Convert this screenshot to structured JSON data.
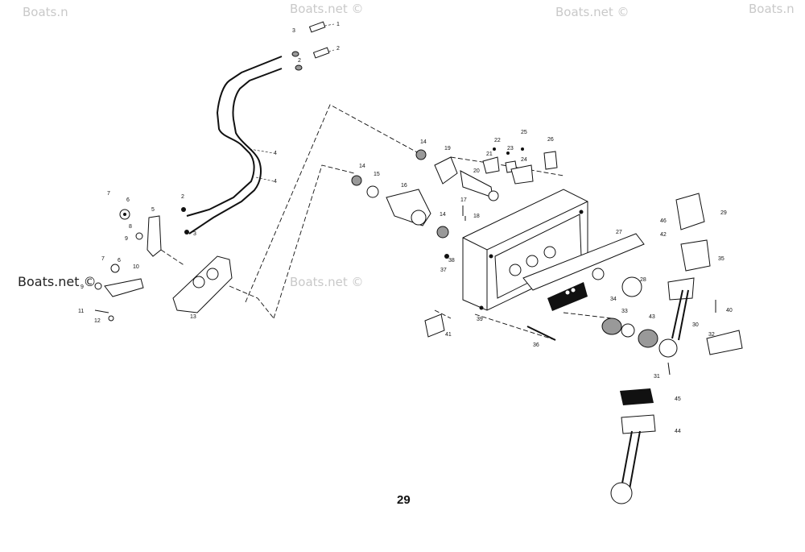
{
  "watermark": {
    "text": "Boats.net ©",
    "text_dark": "Boats.net ©",
    "top_partial_1": "Boats.n",
    "top_partial_2": "Boats.net ©",
    "top_partial_3": "Boats.net ©",
    "top_partial_4": "Boats.n"
  },
  "page_number": "29",
  "part_labels": {
    "p1": "1",
    "p2": "2",
    "p3a": "3",
    "p3b": "3",
    "p2b": "2",
    "p2c": "2",
    "p4a": "4",
    "p4b": "4",
    "p5": "5",
    "p6a": "6",
    "p6b": "6",
    "p7a": "7",
    "p7b": "7",
    "p8": "8",
    "p9a": "9",
    "p9b": "9",
    "p10": "10",
    "p11": "11",
    "p12": "12",
    "p13": "13",
    "p14a": "14",
    "p14b": "14",
    "p14c": "14",
    "p15": "15",
    "p16": "16",
    "p17": "17",
    "p18": "18",
    "p19": "19",
    "p20": "20",
    "p21": "21",
    "p22": "22",
    "p23": "23",
    "p24": "24",
    "p25": "25",
    "p26": "26",
    "p27": "27",
    "p28": "28",
    "p29": "29",
    "p30": "30",
    "p31": "31",
    "p32": "32",
    "p33": "33",
    "p34": "34",
    "p35": "35",
    "p36": "36",
    "p37": "37",
    "p38": "38",
    "p39": "39",
    "p40": "40",
    "p41": "41",
    "p42": "42",
    "p43": "43",
    "p44": "44",
    "p45": "45",
    "p46": "46"
  }
}
